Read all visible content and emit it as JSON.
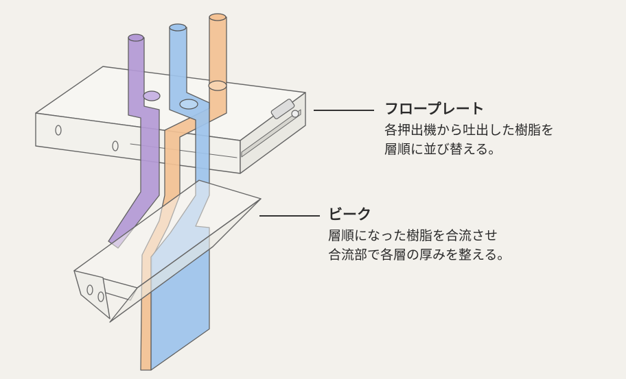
{
  "colors": {
    "background": "#f3f1ec",
    "resin_purple": "#b49ad6",
    "resin_blue": "#9ec4ec",
    "resin_orange": "#f4c294",
    "line": "#555555"
  },
  "callouts": [
    {
      "title": "フロープレート",
      "lines": [
        "各押出機から吐出した樹脂を",
        "層順に並び替える。"
      ]
    },
    {
      "title": "ビーク",
      "lines": [
        "層順になった樹脂を合流させ",
        "合流部で各層の厚みを整える。"
      ]
    }
  ]
}
